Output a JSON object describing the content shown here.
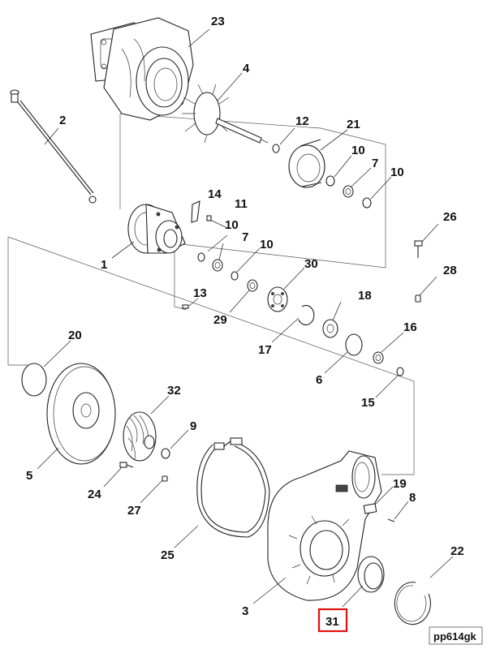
{
  "callouts": [
    {
      "key": "c23",
      "text": "23"
    },
    {
      "key": "c4",
      "text": "4"
    },
    {
      "key": "c2",
      "text": "2"
    },
    {
      "key": "c12",
      "text": "12"
    },
    {
      "key": "c21",
      "text": "21"
    },
    {
      "key": "c10a",
      "text": "10"
    },
    {
      "key": "c7a",
      "text": "7"
    },
    {
      "key": "c10b",
      "text": "10"
    },
    {
      "key": "c14",
      "text": "14"
    },
    {
      "key": "c11",
      "text": "11"
    },
    {
      "key": "c10c",
      "text": "10"
    },
    {
      "key": "c7b",
      "text": "7"
    },
    {
      "key": "c10d",
      "text": "10"
    },
    {
      "key": "c26",
      "text": "26"
    },
    {
      "key": "c1",
      "text": "1"
    },
    {
      "key": "c30",
      "text": "30"
    },
    {
      "key": "c28",
      "text": "28"
    },
    {
      "key": "c13",
      "text": "13"
    },
    {
      "key": "c29",
      "text": "29"
    },
    {
      "key": "c18",
      "text": "18"
    },
    {
      "key": "c17",
      "text": "17"
    },
    {
      "key": "c16",
      "text": "16"
    },
    {
      "key": "c20",
      "text": "20"
    },
    {
      "key": "c6",
      "text": "6"
    },
    {
      "key": "c15",
      "text": "15"
    },
    {
      "key": "c32",
      "text": "32"
    },
    {
      "key": "c9",
      "text": "9"
    },
    {
      "key": "c5",
      "text": "5"
    },
    {
      "key": "c24",
      "text": "24"
    },
    {
      "key": "c19",
      "text": "19"
    },
    {
      "key": "c8",
      "text": "8"
    },
    {
      "key": "c27",
      "text": "27"
    },
    {
      "key": "c25",
      "text": "25"
    },
    {
      "key": "c22",
      "text": "22"
    },
    {
      "key": "c3",
      "text": "3"
    },
    {
      "key": "c31",
      "text": "31",
      "highlighted": true
    }
  ],
  "highlight_color": "#e01010",
  "drawing_code": "pp614gk"
}
